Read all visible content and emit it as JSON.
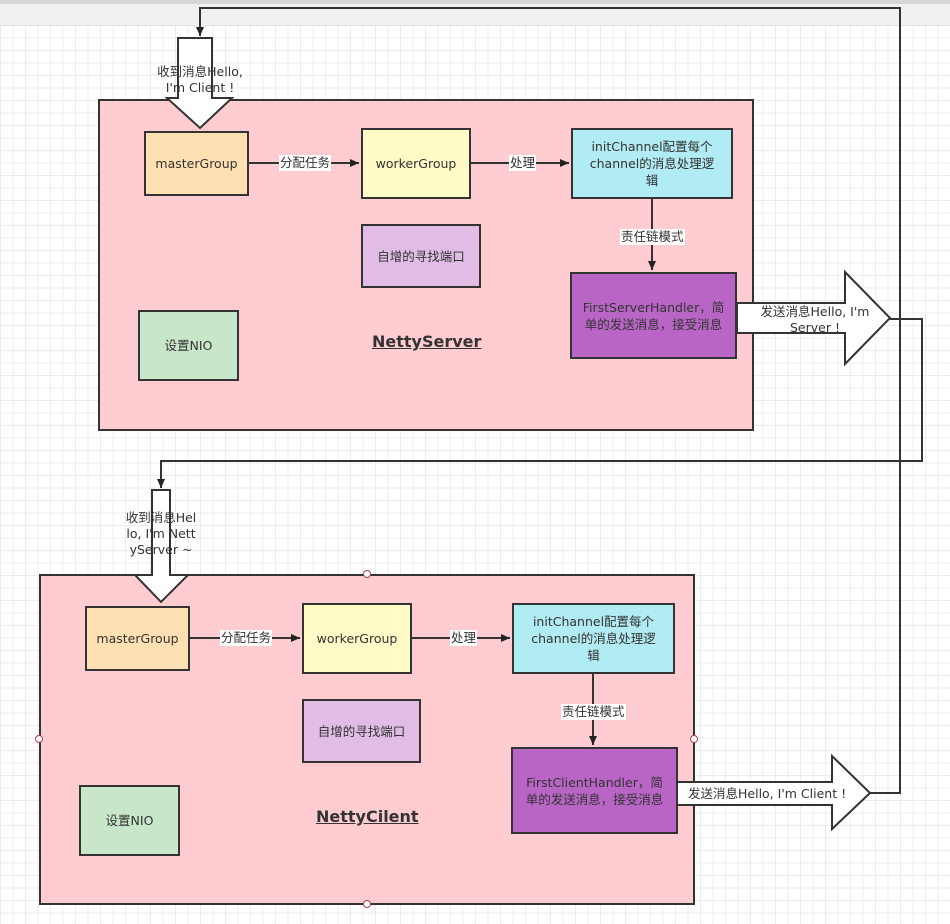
{
  "server": {
    "title": "NettyServer",
    "master": "masterGroup",
    "worker": "workerGroup",
    "init": "initChannel配置每个channel的消息处理逻辑",
    "port": "自增的寻找端口",
    "handler": "FirstServerHandler，简单的发送消息，接受消息",
    "nio": "设置NIO",
    "edge_assign": "分配任务",
    "edge_process": "处理",
    "edge_chain": "责任链模式",
    "receive": "收到消息Hello, I'm Client !",
    "send": "发送消息Hello, I'm Server !"
  },
  "client": {
    "title": "NettyCilent",
    "master": "masterGroup",
    "worker": "workerGroup",
    "init": "initChannel配置每个channel的消息处理逻辑",
    "port": "自增的寻找端口",
    "handler": "FirstClientHandler，简单的发送消息，接受消息",
    "nio": "设置NIO",
    "edge_assign": "分配任务",
    "edge_process": "处理",
    "edge_chain": "责任链模式",
    "receive": "收到消息Hello, I'm NettyServer ~",
    "send": "发送消息Hello, I'm Client !"
  },
  "colors": {
    "container": "#ffccd1",
    "master": "#ffe0b3",
    "worker": "#fffac6",
    "init": "#b1ebf3",
    "port": "#e1bde6",
    "handler": "#b865c5",
    "nio": "#c8e6c9"
  }
}
